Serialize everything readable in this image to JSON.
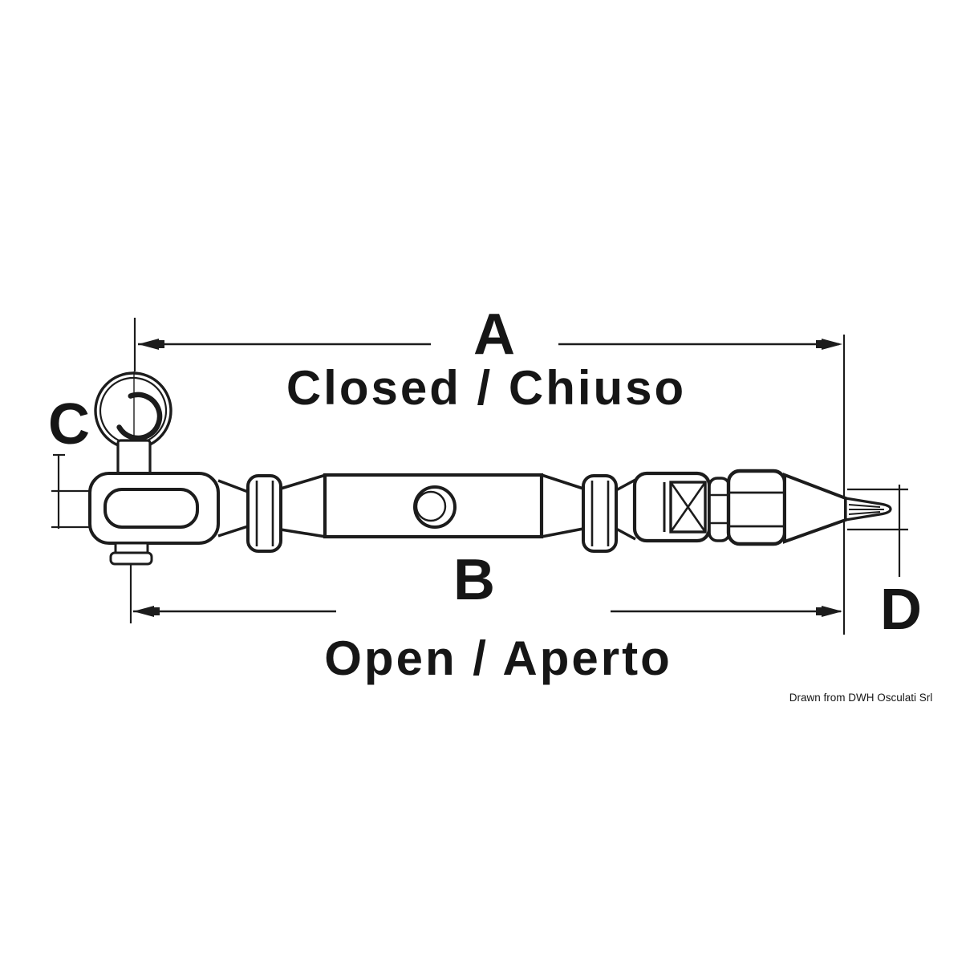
{
  "colors": {
    "ink": "#1c1c1c",
    "background": "#ffffff"
  },
  "labels": {
    "dim_a": "A",
    "dim_b": "B",
    "dim_c": "C",
    "dim_d": "D",
    "closed": "Closed / Chiuso",
    "open": "Open / Aperto",
    "credit": "Drawn from DWH Osculati Srl"
  }
}
